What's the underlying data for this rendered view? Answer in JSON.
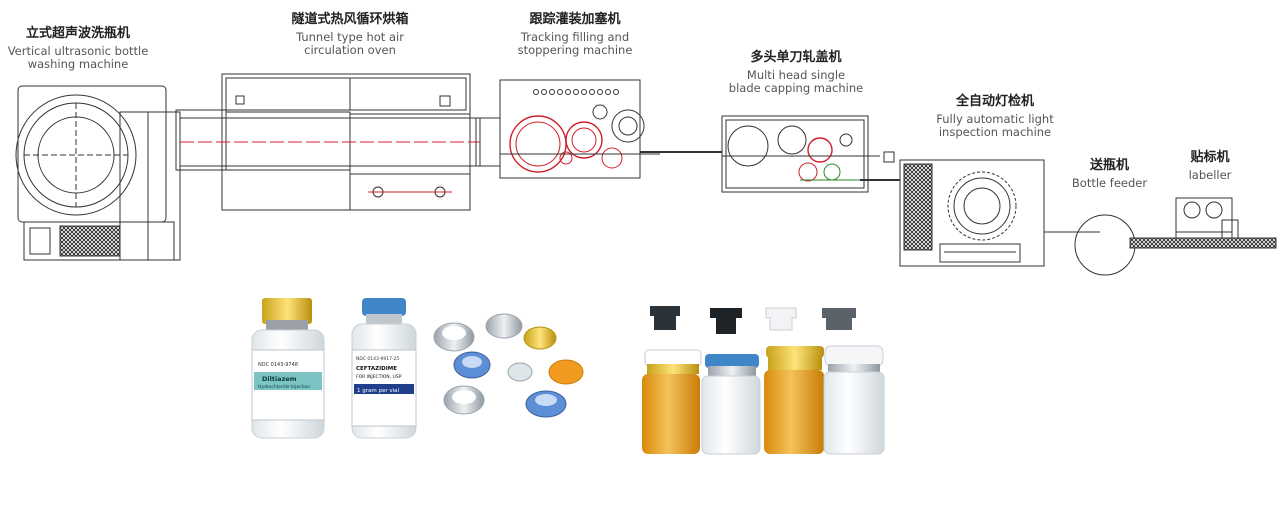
{
  "machines": [
    {
      "zh": "立式超声波洗瓶机",
      "en1": "Vertical ultrasonic bottle",
      "en2": "washing machine"
    },
    {
      "zh": "隧道式热风循环烘箱",
      "en1": "Tunnel type hot air",
      "en2": "circulation oven"
    },
    {
      "zh": "跟踪灌装加塞机",
      "en1": "Tracking filling and",
      "en2": "stoppering machine"
    },
    {
      "zh": "多头单刀轧盖机",
      "en1": "Multi head single",
      "en2": "blade capping machine"
    },
    {
      "zh": "全自动灯检机",
      "en1": "Fully automatic light",
      "en2": "inspection machine"
    },
    {
      "zh": "送瓶机",
      "en1": "Bottle feeder",
      "en2": ""
    },
    {
      "zh": "贴标机",
      "en1": "labeller",
      "en2": ""
    }
  ],
  "product_photos": {
    "vial1_brand": "Diltiazem",
    "vial1_desc": "Hydrochloride Injection",
    "vial1_ndc": "NDC 0143-9748",
    "vial2_brand": "CEFTAZIDIME",
    "vial2_desc": "FOR INJECTION, USP",
    "vial2_dose": "1 gram per vial",
    "vial2_ndc": "NDC 0143-9917-25"
  },
  "colors": {
    "line": "#333333",
    "accent_red": "#d0202a",
    "accent_green": "#2a8a2a",
    "amber": "#e8a31c",
    "blue_cap": "#3f86c8",
    "yellow_cap": "#e8c21c",
    "orange_cap": "#f29a1f"
  }
}
